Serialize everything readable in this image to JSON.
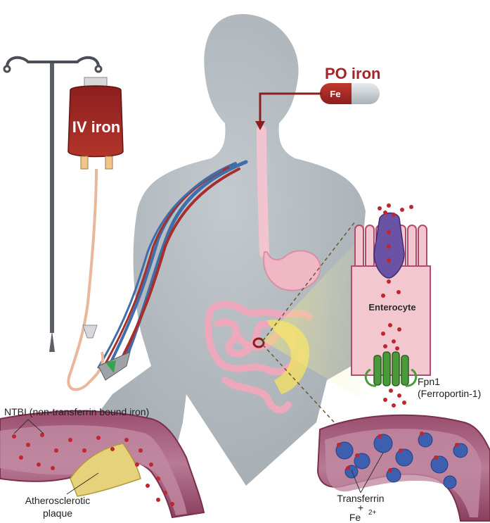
{
  "labels": {
    "po_iron": "PO iron",
    "fe_pill": "Fe",
    "iv_iron": "IV iron",
    "enterocyte": "Enterocyte",
    "fpn1_line1": "Fpn1",
    "fpn1_line2": "(Ferroportin-1)",
    "ntbi": "NTBI (non-transferrin bound iron)",
    "athero_line1": "Atherosclerotic",
    "athero_line2": "plaque",
    "transferrin_line1": "Transferrin",
    "transferrin_plus": "+",
    "transferrin_fe": "Fe",
    "transferrin_charge": "2+"
  },
  "colors": {
    "iron_red": "#a3242a",
    "body_gray": "#a9b1b7",
    "vessel_wall": "#b06a86",
    "enterocyte_pink": "#f3c7cf",
    "ferroportin_green": "#4a9a3b",
    "dmt_purple": "#6a52a4",
    "transferrin_blue": "#3d5fb0",
    "plaque_yellow": "#e6d27a"
  }
}
